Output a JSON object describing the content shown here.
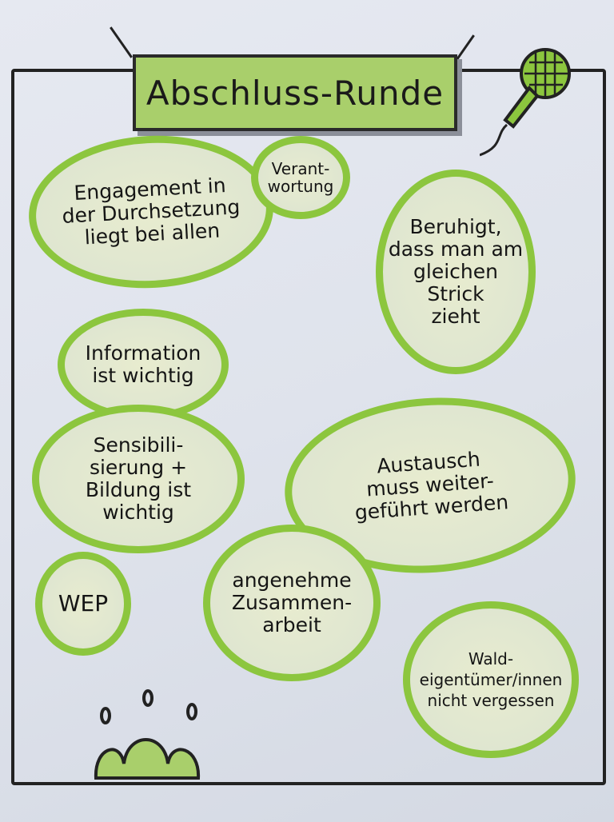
{
  "title": "Abschluss-Runde",
  "bubbles": {
    "engagement": [
      "Engagement in",
      "der Durchsetzung",
      "liegt bei allen"
    ],
    "verantwortung": [
      "Verant-",
      "wortung"
    ],
    "beruhigt": [
      "Beruhigt,",
      "dass man am",
      "gleichen",
      "Strick",
      "zieht"
    ],
    "information": [
      "Information",
      "ist wichtig"
    ],
    "sensibilisierung": [
      "Sensibili-",
      "sierung +",
      "Bildung ist",
      "wichtig"
    ],
    "austausch": [
      "Austausch",
      "muss weiter-",
      "geführt werden"
    ],
    "wep": [
      "WEP"
    ],
    "zusammenarbeit": [
      "angenehme",
      "Zusammen-",
      "arbeit"
    ],
    "wald": [
      "Wald-",
      "eigentümer/innen",
      "nicht vergessen"
    ]
  },
  "colors": {
    "accent": "#8cc63e",
    "title_fill": "#a9cf6b",
    "ink": "#1a1a1a"
  }
}
